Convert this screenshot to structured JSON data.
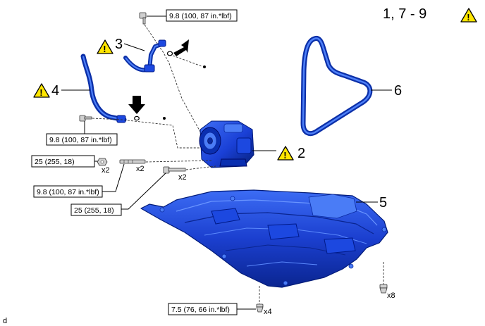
{
  "step_label": "1, 7 - 9",
  "part_numbers": {
    "p2": "2",
    "p3": "3",
    "p4": "4",
    "p5": "5",
    "p6": "6"
  },
  "torque_callouts": {
    "top_bolt": "9.8 (100, 87 in.*lbf)",
    "hose_bolt": "9.8 (100, 87 in.*lbf)",
    "nut": "25 (255, 18)",
    "stud": "9.8 (100, 87 in.*lbf)",
    "bolt": "25 (255, 18)",
    "cover_bolt": "7.5 (76, 66 in.*lbf)"
  },
  "quantities": {
    "nut": "x2",
    "stud": "x2",
    "bolt": "x2",
    "cover_front": "x4",
    "cover_rear": "x8"
  },
  "icons": {
    "warning": "warning-triangle-icon",
    "arrow": "down-arrow-icon",
    "oring": "o-ring-icon",
    "bullet": "dot-icon"
  },
  "colors": {
    "part_blue": "#1c48e0",
    "warning_yellow": "#ffe600"
  },
  "corner_mark": "d"
}
